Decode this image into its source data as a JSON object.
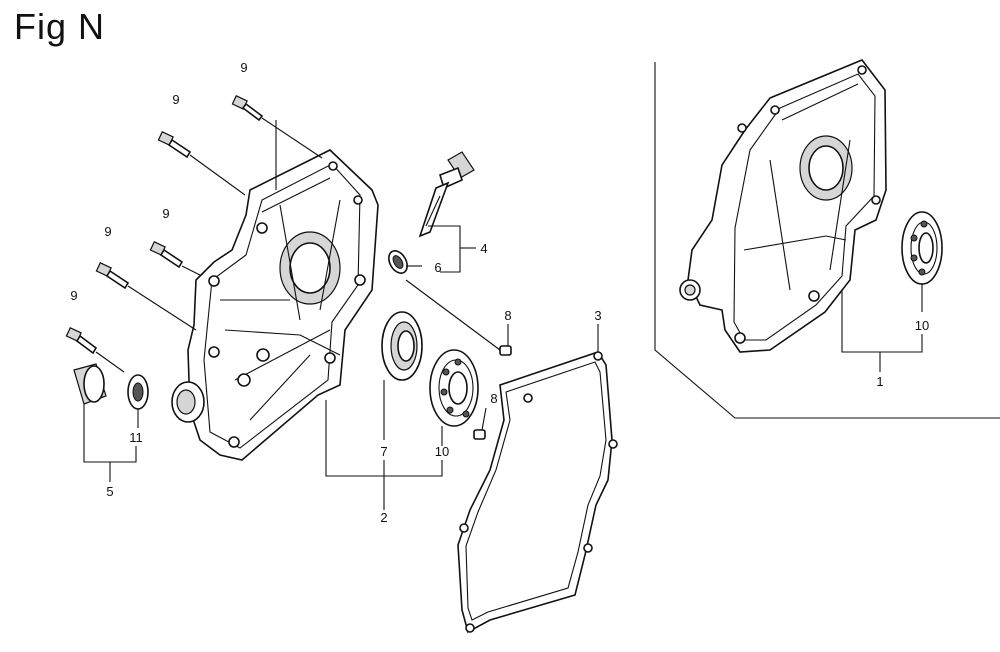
{
  "figure": {
    "title": "Fig N"
  },
  "callouts": {
    "c1": "1",
    "c2": "2",
    "c3": "3",
    "c4": "4",
    "c5": "5",
    "c6": "6",
    "c7": "7",
    "c8a": "8",
    "c8b": "8",
    "c9a": "9",
    "c9b": "9",
    "c9c": "9",
    "c9d": "9",
    "c9e": "9",
    "c10a": "10",
    "c10b": "10",
    "c11": "11"
  }
}
